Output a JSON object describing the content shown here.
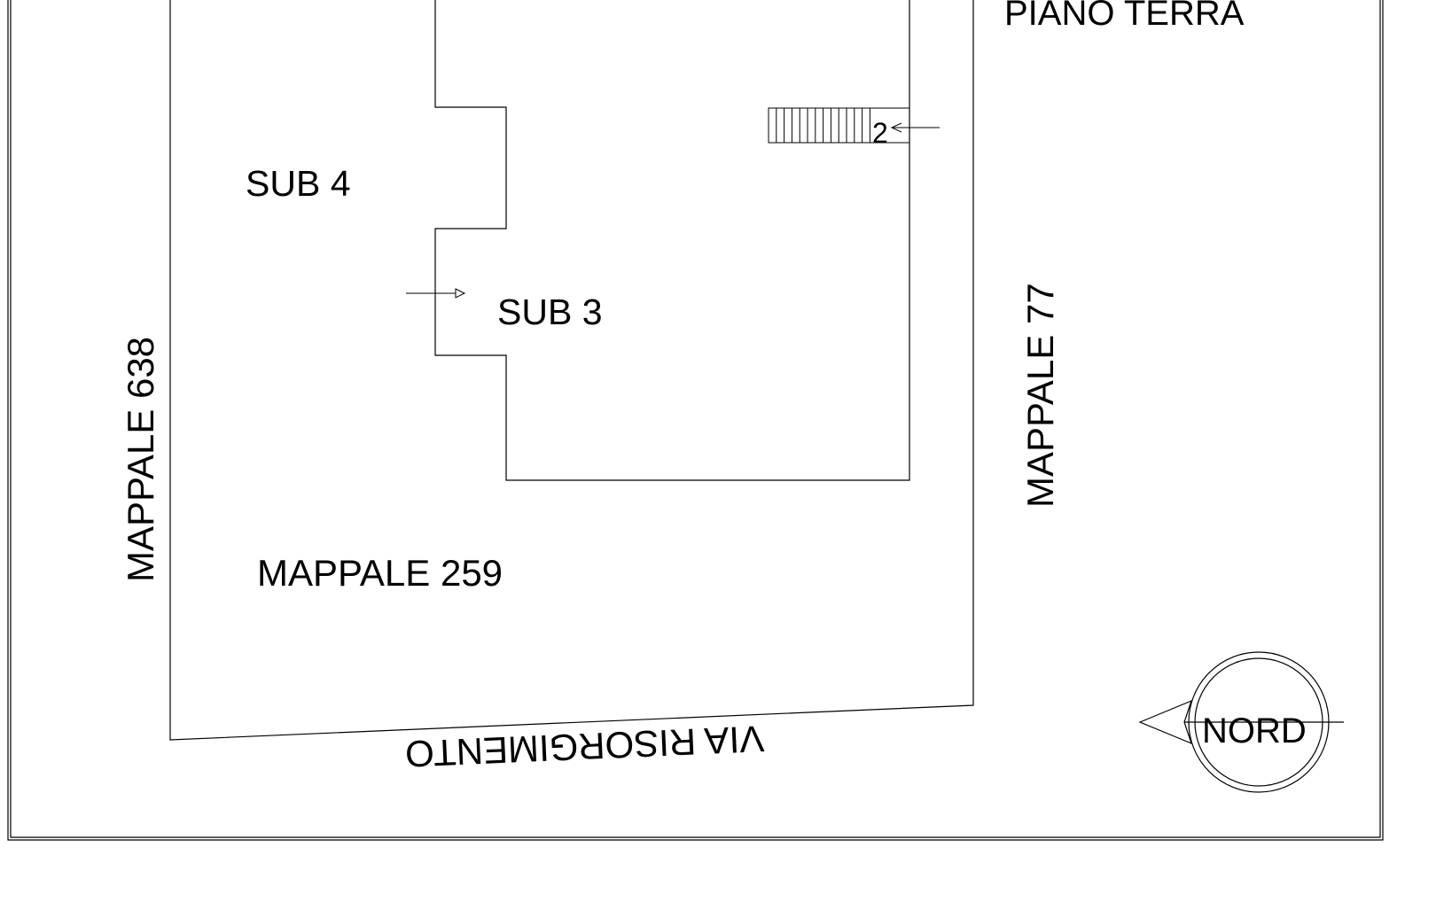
{
  "drawing": {
    "floor_title": "PIANO TERRA",
    "units": {
      "sub4": "SUB 4",
      "sub3": "SUB 3"
    },
    "parcels": {
      "left": "MAPPALE 638",
      "center": "MAPPALE 259",
      "right": "MAPPALE 77"
    },
    "street": "VIA RISORGIMENTO",
    "stair_number": "2",
    "north_label": "NORD",
    "colors": {
      "line": "#000000",
      "paper": "#ffffff"
    }
  }
}
